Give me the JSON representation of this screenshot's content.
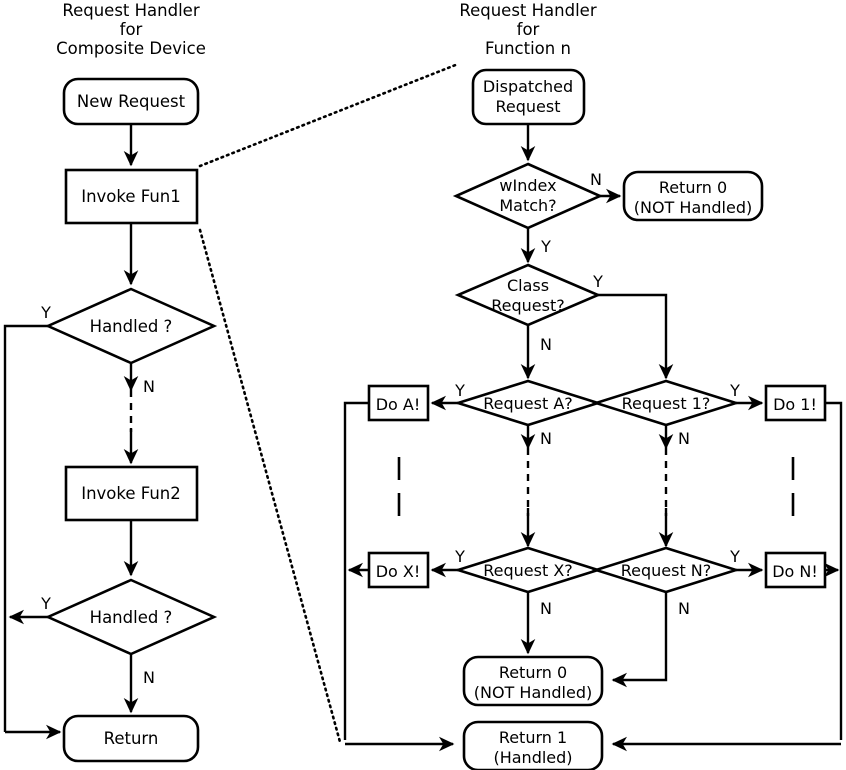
{
  "diagram": {
    "title_left": [
      "Request Handler",
      "for",
      "Composite Device"
    ],
    "title_right": [
      "Request Handler",
      "for",
      "Function n"
    ],
    "left_panel": {
      "new_request": "New Request",
      "invoke_fun1": "Invoke Fun1",
      "handled_1": "Handled ?",
      "invoke_fun2": "Invoke Fun2",
      "handled_2": "Handled ?",
      "return": "Return",
      "labels": {
        "h1_yes": "Y",
        "h1_no": "N",
        "h2_yes": "Y",
        "h2_no": "N"
      }
    },
    "right_panel": {
      "dispatched_request": [
        "Dispatched",
        "Request"
      ],
      "windex_match": [
        "wIndex",
        "Match?"
      ],
      "return0_top": [
        "Return 0",
        "(NOT Handled)"
      ],
      "class_request": [
        "Class",
        "Request?"
      ],
      "request_a": "Request A?",
      "request_1": "Request 1?",
      "request_x": "Request X?",
      "request_n": "Request N?",
      "do_a": "Do A!",
      "do_1": "Do 1!",
      "do_x": "Do X!",
      "do_n": "Do N!",
      "return0_bottom": [
        "Return 0",
        "(NOT Handled)"
      ],
      "return1": [
        "Return 1",
        "(Handled)"
      ],
      "labels": {
        "windex_no": "N",
        "windex_yes": "Y",
        "class_yes": "Y",
        "class_no": "N",
        "req_a_yes": "Y",
        "req_a_no": "N",
        "req_1_yes": "Y",
        "req_1_no": "N",
        "req_x_yes": "Y",
        "req_x_no": "N",
        "req_n_yes": "Y",
        "req_n_no": "N"
      }
    },
    "colors": {
      "stroke": "#000000",
      "fill": "#ffffff",
      "background": "#ffffff"
    }
  }
}
